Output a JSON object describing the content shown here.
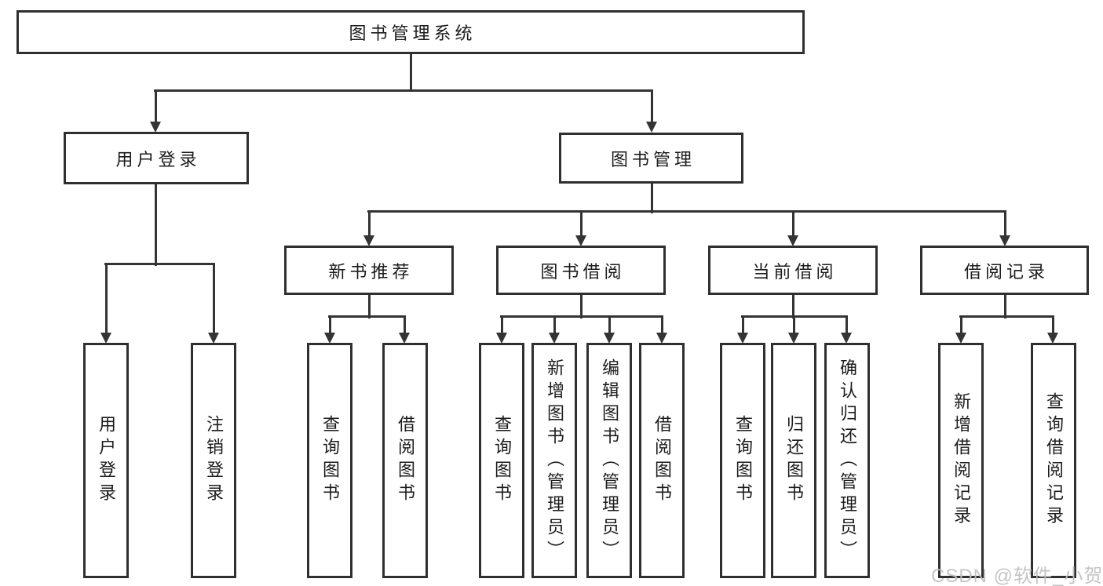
{
  "diagram_title": "图书管理系统",
  "nodes": {
    "root": "图书管理系统",
    "user_login": "用户登录",
    "book_mgmt": "图书管理",
    "new_book": "新书推荐",
    "book_borrow": "图书借阅",
    "current_borrow": "当前借阅",
    "borrow_records": "借阅记录",
    "leaf_user_login": "用户登录",
    "leaf_logout": "注销登录",
    "leaf_nb_query": "查询图书",
    "leaf_nb_borrow": "借阅图书",
    "leaf_bb_query": "查询图书",
    "leaf_bb_add": "新增图书（管理员）",
    "leaf_bb_edit": "编辑图书（管理员）",
    "leaf_bb_borrow": "借阅图书",
    "leaf_cb_query": "查询图书",
    "leaf_cb_return": "归还图书",
    "leaf_cb_confirm": "确认归还（管理员）",
    "leaf_br_add": "新增借阅记录",
    "leaf_br_query": "查询借阅记录"
  },
  "hierarchy": {
    "图书管理系统": [
      "用户登录",
      "图书管理"
    ],
    "用户登录": [
      "用户登录",
      "注销登录"
    ],
    "图书管理": [
      "新书推荐",
      "图书借阅",
      "当前借阅",
      "借阅记录"
    ],
    "新书推荐": [
      "查询图书",
      "借阅图书"
    ],
    "图书借阅": [
      "查询图书",
      "新增图书（管理员）",
      "编辑图书（管理员）",
      "借阅图书"
    ],
    "当前借阅": [
      "查询图书",
      "归还图书",
      "确认归还（管理员）"
    ],
    "借阅记录": [
      "新增借阅记录",
      "查询借阅记录"
    ]
  },
  "watermark": "CSDN @软件_小贺同学",
  "colors": {
    "line": "#343434",
    "border": "#2f2f2f",
    "text": "#1c1c1c",
    "watermark": "#bfbfbf",
    "background": "#ffffff"
  }
}
